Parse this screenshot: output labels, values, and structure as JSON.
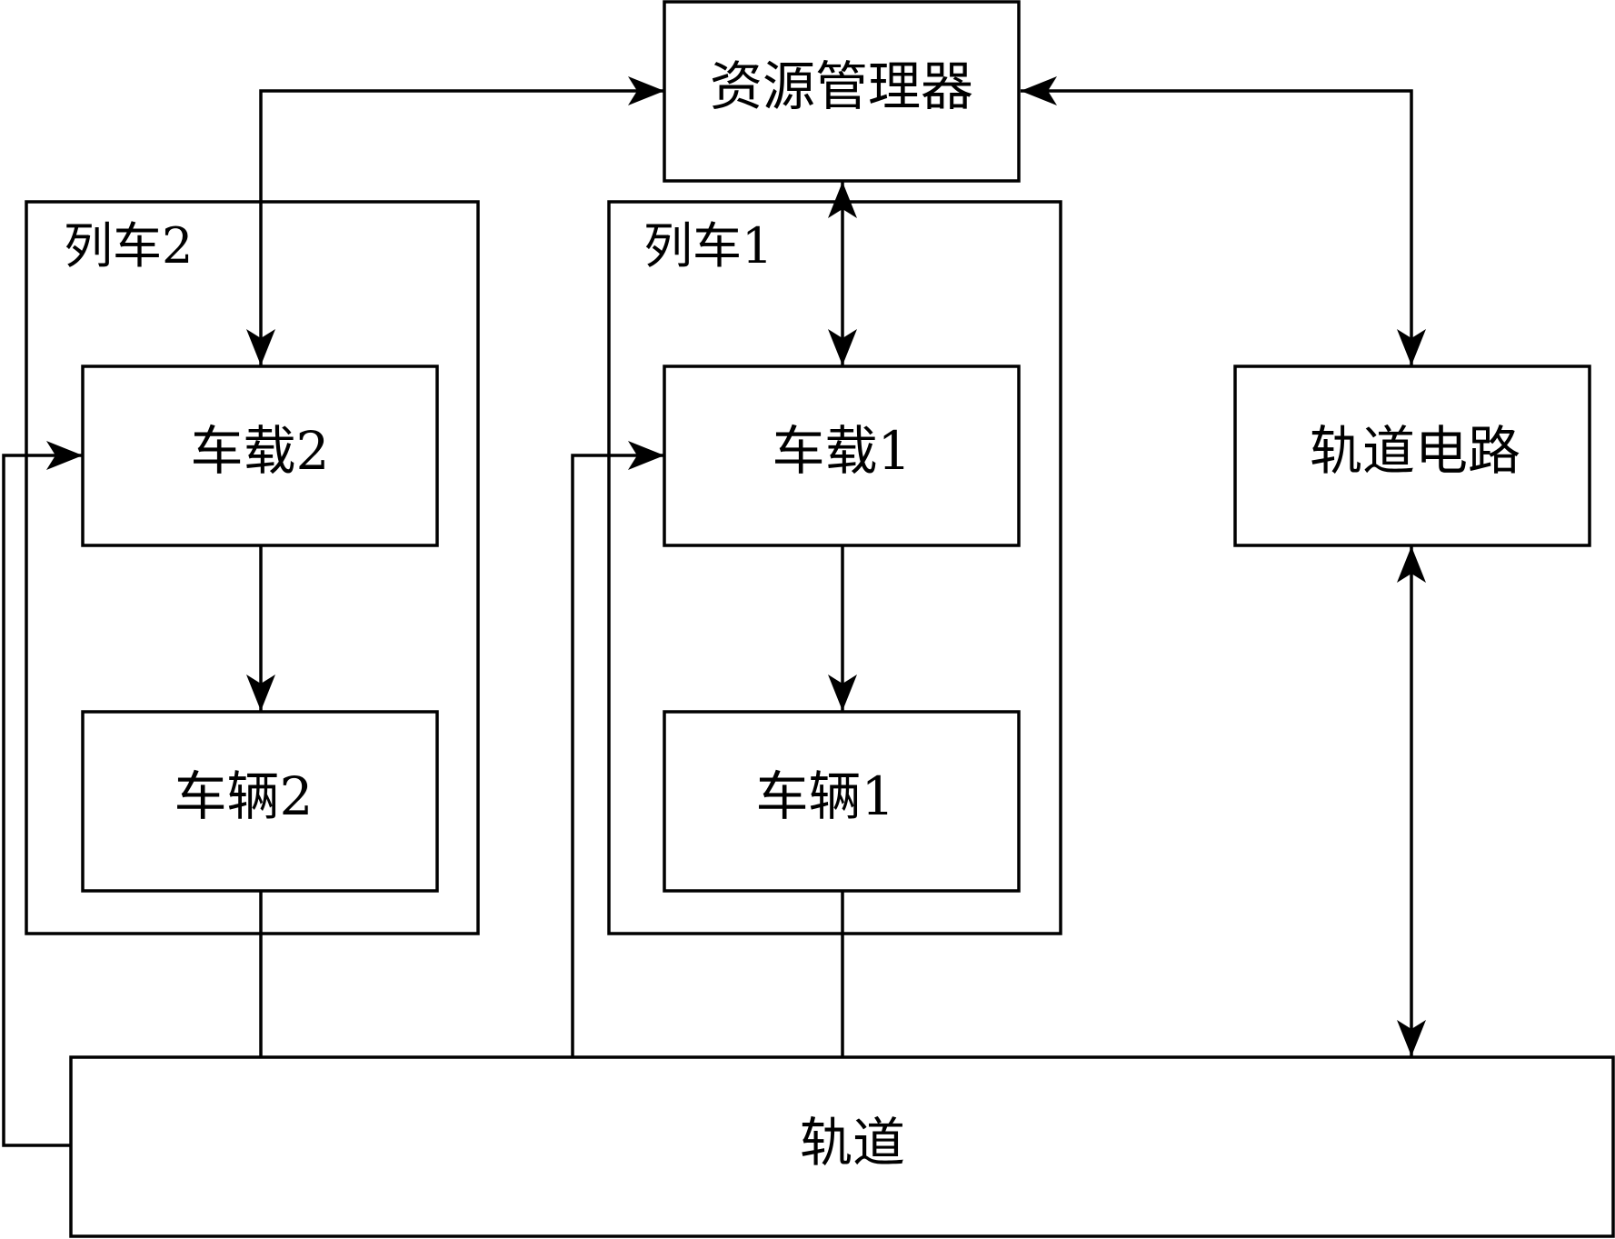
{
  "diagram": {
    "nodes": {
      "resource_manager": "资源管理器",
      "train2": "列车2",
      "train1": "列车1",
      "onboard2": "车载2",
      "onboard1": "车载1",
      "vehicle2": "车辆2",
      "vehicle1": "车辆1",
      "track_circuit": "轨道电路",
      "track": "轨道"
    },
    "edges": [
      {
        "from": "resource_manager",
        "to": "onboard2",
        "direction": "both"
      },
      {
        "from": "resource_manager",
        "to": "onboard1",
        "direction": "both"
      },
      {
        "from": "resource_manager",
        "to": "track_circuit",
        "direction": "both"
      },
      {
        "from": "onboard2",
        "to": "vehicle2",
        "direction": "forward"
      },
      {
        "from": "onboard1",
        "to": "vehicle1",
        "direction": "forward"
      },
      {
        "from": "track",
        "to": "onboard2",
        "direction": "forward"
      },
      {
        "from": "track",
        "to": "onboard1",
        "direction": "forward"
      },
      {
        "from": "vehicle2",
        "to": "track",
        "direction": "none"
      },
      {
        "from": "vehicle1",
        "to": "track",
        "direction": "none"
      },
      {
        "from": "track_circuit",
        "to": "track",
        "direction": "both"
      }
    ]
  }
}
